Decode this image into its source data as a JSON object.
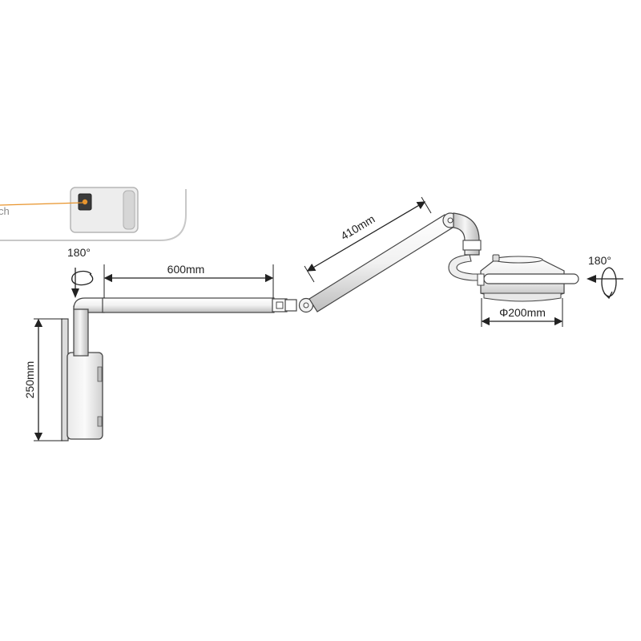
{
  "inset": {
    "partial_label": "ch",
    "accent_color": "#e8952e"
  },
  "rotation": {
    "left": "180°",
    "right": "180°"
  },
  "dimensions": {
    "horizontal_arm": "600mm",
    "angled_arm": "410mm",
    "wall_box_height": "250mm",
    "lamp_diameter": "Φ200mm"
  },
  "colors": {
    "line": "#3a3a3a",
    "metal_light": "#f4f4f4",
    "metal_mid": "#d9d9d9",
    "metal_dark": "#9a9a9a",
    "inset_border": "#c8c8c8"
  }
}
